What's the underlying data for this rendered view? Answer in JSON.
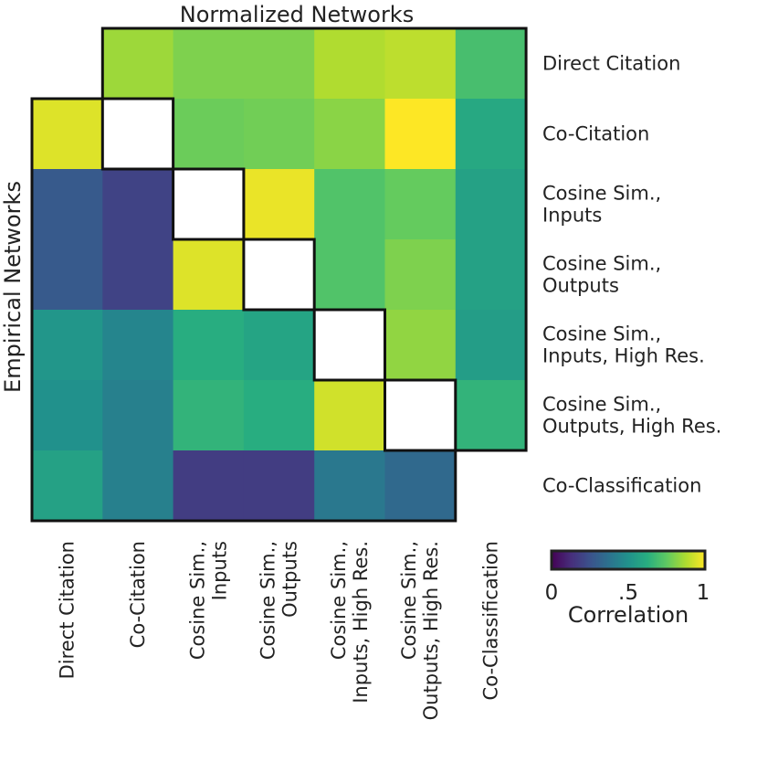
{
  "chart_data": {
    "type": "heatmap",
    "top_title": "Normalized Networks",
    "side_title": "Empirical Networks",
    "row_labels": [
      [
        "Direct Citation"
      ],
      [
        "Co-Citation"
      ],
      [
        "Cosine Sim.,",
        "Inputs"
      ],
      [
        "Cosine Sim.,",
        "Outputs"
      ],
      [
        "Cosine Sim.,",
        "Inputs, High Res."
      ],
      [
        "Cosine Sim.,",
        "Outputs, High Res."
      ],
      [
        "Co-Classification"
      ]
    ],
    "col_labels": [
      [
        "Direct Citation"
      ],
      [
        "Co-Citation"
      ],
      [
        "Cosine Sim.,",
        "Inputs"
      ],
      [
        "Cosine Sim.,",
        "Outputs"
      ],
      [
        "Cosine Sim.,",
        "Inputs, High Res."
      ],
      [
        "Cosine Sim.,",
        "Outputs, High Res."
      ],
      [
        "Co-Classification"
      ]
    ],
    "values": [
      [
        null,
        0.85,
        0.8,
        0.8,
        0.88,
        0.9,
        0.7
      ],
      [
        0.95,
        null,
        0.77,
        0.78,
        0.82,
        1.0,
        0.6
      ],
      [
        0.28,
        0.2,
        null,
        0.97,
        0.72,
        0.76,
        0.57
      ],
      [
        0.28,
        0.2,
        0.95,
        null,
        0.72,
        0.8,
        0.57
      ],
      [
        0.52,
        0.45,
        0.62,
        0.58,
        null,
        0.83,
        0.55
      ],
      [
        0.5,
        0.43,
        0.65,
        0.62,
        0.93,
        null,
        0.65
      ],
      [
        0.57,
        0.43,
        0.18,
        0.18,
        0.4,
        0.34,
        null
      ]
    ],
    "value_range": [
      0,
      1
    ],
    "colormap": "viridis",
    "colorbar": {
      "label": "Correlation",
      "ticks": [
        "0",
        ".5",
        "1"
      ]
    }
  }
}
